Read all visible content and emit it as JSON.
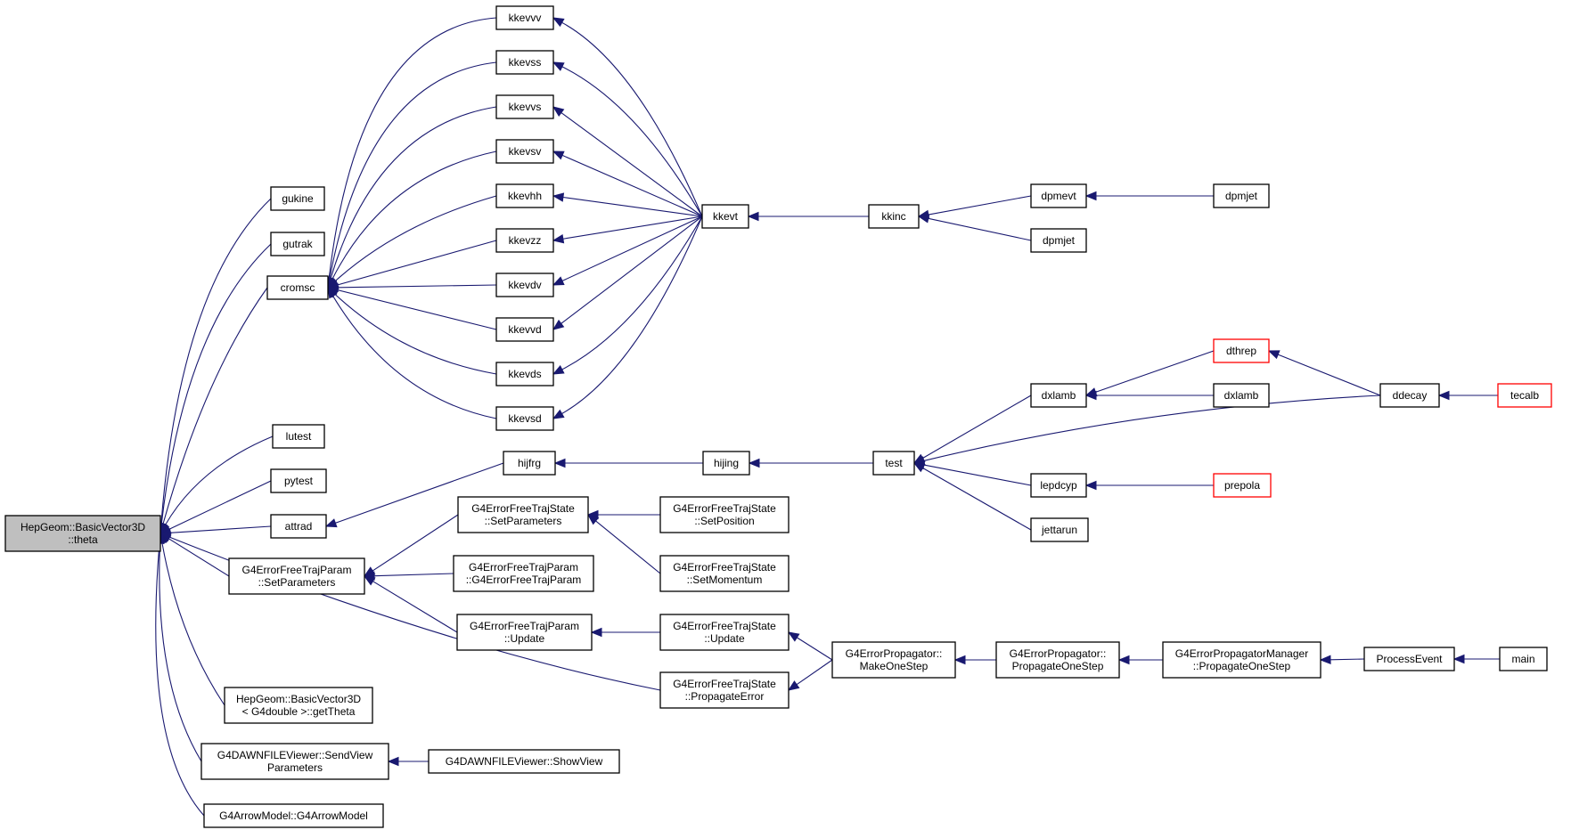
{
  "graph": {
    "root": "theta",
    "nodes": [
      {
        "id": "theta",
        "lines": [
          "HepGeom::BasicVector3D",
          "::theta"
        ],
        "style": "root"
      },
      {
        "id": "gukine",
        "lines": [
          "gukine"
        ]
      },
      {
        "id": "gutrak",
        "lines": [
          "gutrak"
        ]
      },
      {
        "id": "cromsc",
        "lines": [
          "cromsc"
        ]
      },
      {
        "id": "lutest",
        "lines": [
          "lutest"
        ]
      },
      {
        "id": "pytest",
        "lines": [
          "pytest"
        ]
      },
      {
        "id": "attrad",
        "lines": [
          "attrad"
        ]
      },
      {
        "id": "fp_setparams",
        "lines": [
          "G4ErrorFreeTrajParam",
          "::SetParameters"
        ]
      },
      {
        "id": "bv_gettheta",
        "lines": [
          "HepGeom::BasicVector3D",
          "< G4double >::getTheta"
        ]
      },
      {
        "id": "dawn_send",
        "lines": [
          "G4DAWNFILEViewer::SendView",
          "Parameters"
        ]
      },
      {
        "id": "arrow",
        "lines": [
          "G4ArrowModel::G4ArrowModel"
        ]
      },
      {
        "id": "kkevvv",
        "lines": [
          "kkevvv"
        ]
      },
      {
        "id": "kkevss",
        "lines": [
          "kkevss"
        ]
      },
      {
        "id": "kkevvs",
        "lines": [
          "kkevvs"
        ]
      },
      {
        "id": "kkevsv",
        "lines": [
          "kkevsv"
        ]
      },
      {
        "id": "kkevhh",
        "lines": [
          "kkevhh"
        ]
      },
      {
        "id": "kkevzz",
        "lines": [
          "kkevzz"
        ]
      },
      {
        "id": "kkevdv",
        "lines": [
          "kkevdv"
        ]
      },
      {
        "id": "kkevvd",
        "lines": [
          "kkevvd"
        ]
      },
      {
        "id": "kkevds",
        "lines": [
          "kkevds"
        ]
      },
      {
        "id": "kkevsd",
        "lines": [
          "kkevsd"
        ]
      },
      {
        "id": "kkevt",
        "lines": [
          "kkevt"
        ]
      },
      {
        "id": "kkinc",
        "lines": [
          "kkinc"
        ]
      },
      {
        "id": "dpmevt",
        "lines": [
          "dpmevt"
        ]
      },
      {
        "id": "dpmjet_a",
        "lines": [
          "dpmjet"
        ]
      },
      {
        "id": "dpmjet_b",
        "lines": [
          "dpmjet"
        ]
      },
      {
        "id": "hijfrg",
        "lines": [
          "hijfrg"
        ]
      },
      {
        "id": "hijing",
        "lines": [
          "hijing"
        ]
      },
      {
        "id": "test",
        "lines": [
          "test"
        ]
      },
      {
        "id": "dxlamb_a",
        "lines": [
          "dxlamb"
        ]
      },
      {
        "id": "dxlamb_b",
        "lines": [
          "dxlamb"
        ]
      },
      {
        "id": "dthrep",
        "lines": [
          "dthrep"
        ],
        "style": "truncated"
      },
      {
        "id": "ddecay",
        "lines": [
          "ddecay"
        ]
      },
      {
        "id": "tecalb",
        "lines": [
          "tecalb"
        ],
        "style": "truncated"
      },
      {
        "id": "lepdcyp",
        "lines": [
          "lepdcyp"
        ]
      },
      {
        "id": "prepola",
        "lines": [
          "prepola"
        ],
        "style": "truncated"
      },
      {
        "id": "jettarun",
        "lines": [
          "jettarun"
        ]
      },
      {
        "id": "fts_setparams",
        "lines": [
          "G4ErrorFreeTrajState",
          "::SetParameters"
        ]
      },
      {
        "id": "fts_setposition",
        "lines": [
          "G4ErrorFreeTrajState",
          "::SetPosition"
        ]
      },
      {
        "id": "fts_setmomentum",
        "lines": [
          "G4ErrorFreeTrajState",
          "::SetMomentum"
        ]
      },
      {
        "id": "fp_ctor",
        "lines": [
          "G4ErrorFreeTrajParam",
          "::G4ErrorFreeTrajParam"
        ]
      },
      {
        "id": "fp_update",
        "lines": [
          "G4ErrorFreeTrajParam",
          "::Update"
        ]
      },
      {
        "id": "fts_update",
        "lines": [
          "G4ErrorFreeTrajState",
          "::Update"
        ]
      },
      {
        "id": "fts_propagate",
        "lines": [
          "G4ErrorFreeTrajState",
          "::PropagateError"
        ]
      },
      {
        "id": "prop_makeone",
        "lines": [
          "G4ErrorPropagator::",
          "MakeOneStep"
        ]
      },
      {
        "id": "prop_propone",
        "lines": [
          "G4ErrorPropagator::",
          "PropagateOneStep"
        ]
      },
      {
        "id": "mgr_propone",
        "lines": [
          "G4ErrorPropagatorManager",
          "::PropagateOneStep"
        ]
      },
      {
        "id": "processevent",
        "lines": [
          "ProcessEvent"
        ]
      },
      {
        "id": "main",
        "lines": [
          "main"
        ]
      },
      {
        "id": "dawn_show",
        "lines": [
          "G4DAWNFILEViewer::ShowView"
        ]
      }
    ],
    "edges": [
      [
        "theta",
        "gukine"
      ],
      [
        "theta",
        "gutrak"
      ],
      [
        "theta",
        "cromsc"
      ],
      [
        "theta",
        "lutest"
      ],
      [
        "theta",
        "pytest"
      ],
      [
        "theta",
        "attrad"
      ],
      [
        "theta",
        "fp_setparams"
      ],
      [
        "theta",
        "fts_propagate"
      ],
      [
        "theta",
        "bv_gettheta"
      ],
      [
        "theta",
        "dawn_send"
      ],
      [
        "theta",
        "arrow"
      ],
      [
        "cromsc",
        "kkevvv"
      ],
      [
        "cromsc",
        "kkevss"
      ],
      [
        "cromsc",
        "kkevvs"
      ],
      [
        "cromsc",
        "kkevsv"
      ],
      [
        "cromsc",
        "kkevhh"
      ],
      [
        "cromsc",
        "kkevzz"
      ],
      [
        "cromsc",
        "kkevdv"
      ],
      [
        "cromsc",
        "kkevvd"
      ],
      [
        "cromsc",
        "kkevds"
      ],
      [
        "cromsc",
        "kkevsd"
      ],
      [
        "kkevvv",
        "kkevt"
      ],
      [
        "kkevss",
        "kkevt"
      ],
      [
        "kkevvs",
        "kkevt"
      ],
      [
        "kkevsv",
        "kkevt"
      ],
      [
        "kkevhh",
        "kkevt"
      ],
      [
        "kkevzz",
        "kkevt"
      ],
      [
        "kkevdv",
        "kkevt"
      ],
      [
        "kkevvd",
        "kkevt"
      ],
      [
        "kkevds",
        "kkevt"
      ],
      [
        "kkevsd",
        "kkevt"
      ],
      [
        "kkevt",
        "kkinc"
      ],
      [
        "kkinc",
        "dpmevt"
      ],
      [
        "kkinc",
        "dpmjet_b"
      ],
      [
        "dpmevt",
        "dpmjet_a"
      ],
      [
        "attrad",
        "hijfrg"
      ],
      [
        "hijfrg",
        "hijing"
      ],
      [
        "hijing",
        "test"
      ],
      [
        "test",
        "dxlamb_a"
      ],
      [
        "test",
        "ddecay"
      ],
      [
        "test",
        "lepdcyp"
      ],
      [
        "test",
        "jettarun"
      ],
      [
        "dxlamb_a",
        "dthrep"
      ],
      [
        "dxlamb_a",
        "dxlamb_b"
      ],
      [
        "dthrep",
        "ddecay"
      ],
      [
        "ddecay",
        "tecalb"
      ],
      [
        "lepdcyp",
        "prepola"
      ],
      [
        "fp_setparams",
        "fts_setparams"
      ],
      [
        "fp_setparams",
        "fp_ctor"
      ],
      [
        "fp_setparams",
        "fp_update"
      ],
      [
        "fts_setparams",
        "fts_setposition"
      ],
      [
        "fts_setparams",
        "fts_setmomentum"
      ],
      [
        "fp_update",
        "fts_update"
      ],
      [
        "fts_update",
        "prop_makeone"
      ],
      [
        "fts_propagate",
        "prop_makeone"
      ],
      [
        "prop_makeone",
        "prop_propone"
      ],
      [
        "prop_propone",
        "mgr_propone"
      ],
      [
        "mgr_propone",
        "processevent"
      ],
      [
        "processevent",
        "main"
      ],
      [
        "dawn_send",
        "dawn_show"
      ]
    ]
  },
  "colors": {
    "edge": "#191970",
    "node_border": "#000000",
    "root_fill": "#bfbfbf",
    "truncated_border": "#ff0000",
    "background": "#ffffff"
  }
}
